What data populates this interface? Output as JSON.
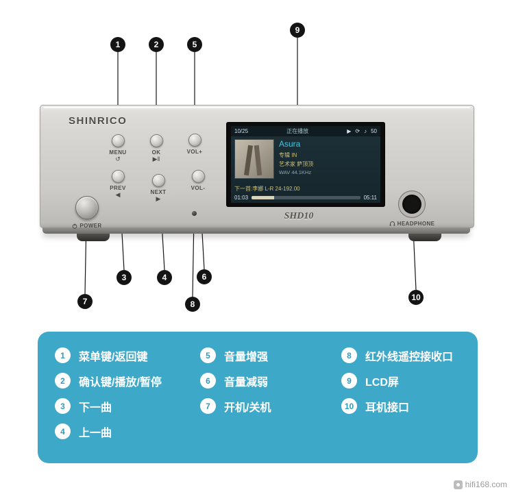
{
  "device": {
    "brand": "SHINRICO",
    "model": "SHD10",
    "buttons": {
      "menu": {
        "label": "MENU",
        "symbol": "↺"
      },
      "ok": {
        "label": "OK",
        "symbol": "▶‖"
      },
      "volplus": {
        "label": "VOL+"
      },
      "prev": {
        "label": "PREV",
        "symbol": "◀"
      },
      "next": {
        "label": "NEXT",
        "symbol": "▶"
      },
      "volminus": {
        "label": "VOL-"
      }
    },
    "power_label": "POWER",
    "headphone_label": "HEADPHONE"
  },
  "screen": {
    "track_index": "10/25",
    "status_text": "正在播放",
    "play_glyph": "▶",
    "repeat_glyph": "⟳",
    "volume_glyph": "♪",
    "volume": "50",
    "title": "Asura",
    "album_line": "专辑 IN",
    "artist_line": "艺术家 萨顶顶",
    "format_line": "WAV 44.1KHz",
    "next_line": "下一首:李娜 L-R 24-192.00",
    "elapsed": "01:03",
    "total": "05:11",
    "progress_pct": 21
  },
  "legend": {
    "items": [
      {
        "num": "1",
        "text": "菜单键/返回键"
      },
      {
        "num": "2",
        "text": "确认键/播放/暂停"
      },
      {
        "num": "3",
        "text": "下一曲"
      },
      {
        "num": "4",
        "text": "上一曲"
      },
      {
        "num": "5",
        "text": "音量增强"
      },
      {
        "num": "6",
        "text": "音量减弱"
      },
      {
        "num": "7",
        "text": "开机/关机"
      },
      {
        "num": "8",
        "text": "红外线遥控接收口"
      },
      {
        "num": "9",
        "text": "LCD屏"
      },
      {
        "num": "10",
        "text": "耳机接口"
      }
    ]
  },
  "watermark": {
    "text": "hifi168.com"
  },
  "colors": {
    "legend_bg": "#3ea8c9",
    "screen_accent": "#3ec6e0",
    "callout_bg": "#141414"
  }
}
